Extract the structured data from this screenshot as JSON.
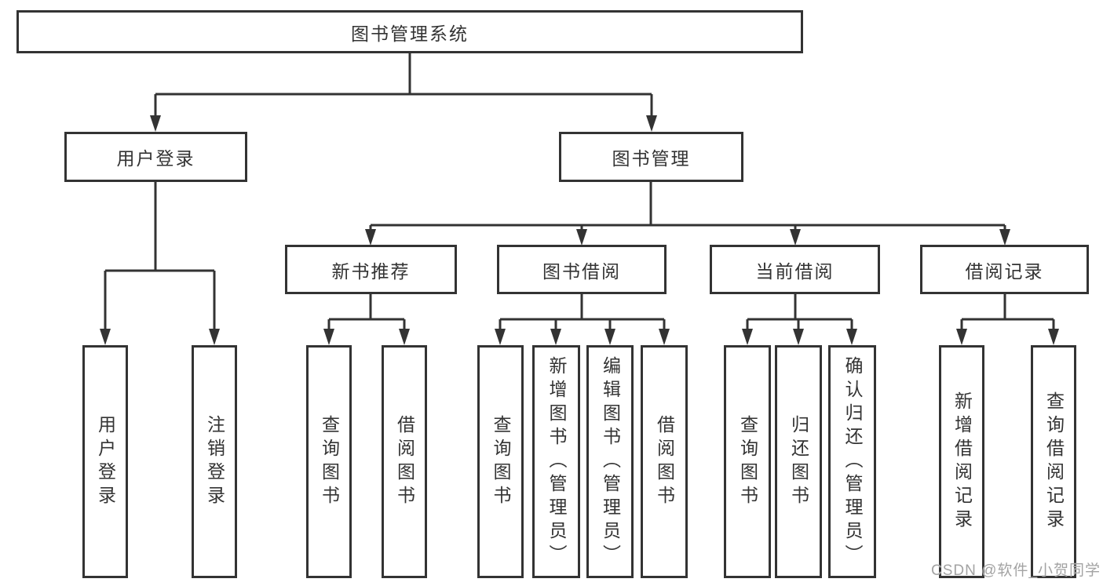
{
  "diagram": {
    "title": "图书管理系统",
    "level1": [
      {
        "label": "用户登录"
      },
      {
        "label": "图书管理"
      }
    ],
    "level2": [
      {
        "label": "新书推荐"
      },
      {
        "label": "图书借阅"
      },
      {
        "label": "当前借阅"
      },
      {
        "label": "借阅记录"
      }
    ],
    "leaves": {
      "user_login": [
        "用户登录",
        "注销登录"
      ],
      "new_books": [
        "查询图书",
        "借阅图书"
      ],
      "book_borrow": [
        "查询图书",
        "新增图书（管理员）",
        "编辑图书（管理员）",
        "借阅图书"
      ],
      "current_borrow": [
        "查询图书",
        "归还图书",
        "确认归还（管理员）"
      ],
      "borrow_records": [
        "新增借阅记录",
        "查询借阅记录"
      ]
    },
    "watermark": "CSDN @软件_小贺同学",
    "colors": {
      "line": "#333333",
      "box_border": "#333333",
      "text": "#333333",
      "watermark": "#a3a3a3",
      "background": "#ffffff"
    }
  }
}
